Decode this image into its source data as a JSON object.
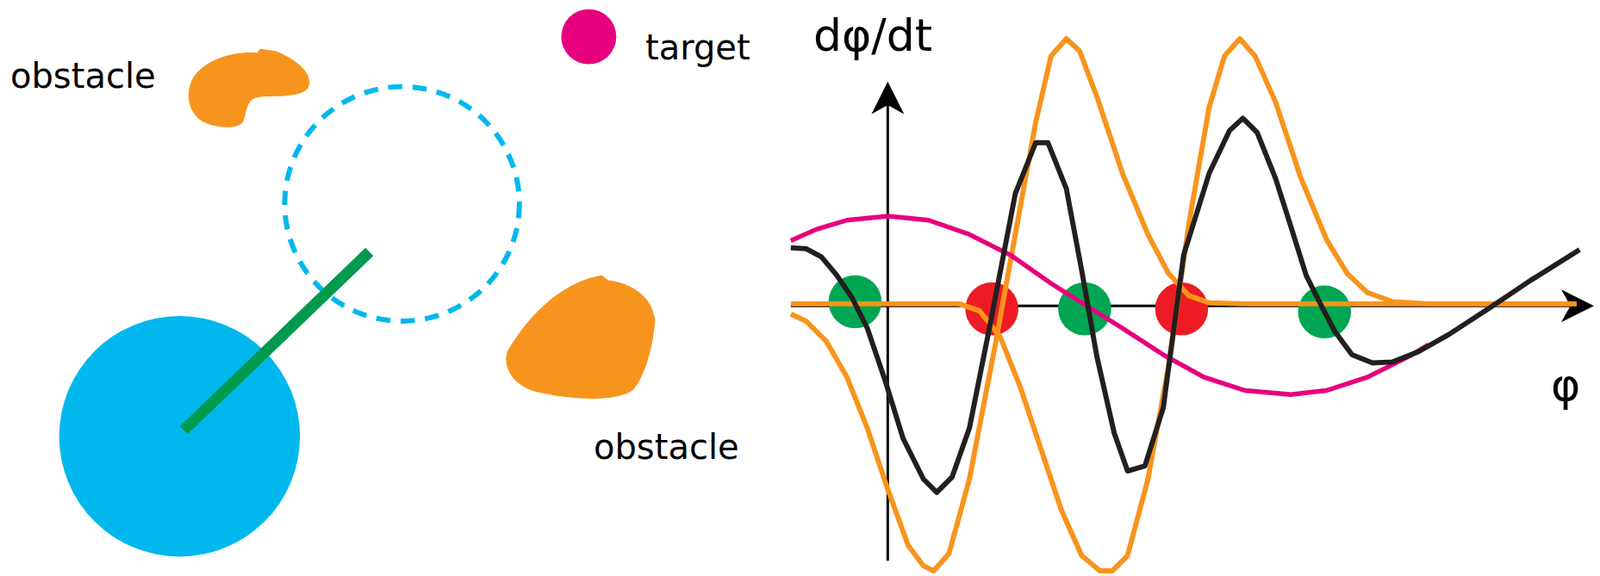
{
  "diagram": {
    "labels": [
      "obstacle",
      "target",
      "dφ/dt",
      "obstacle",
      "φ"
    ]
  }
}
